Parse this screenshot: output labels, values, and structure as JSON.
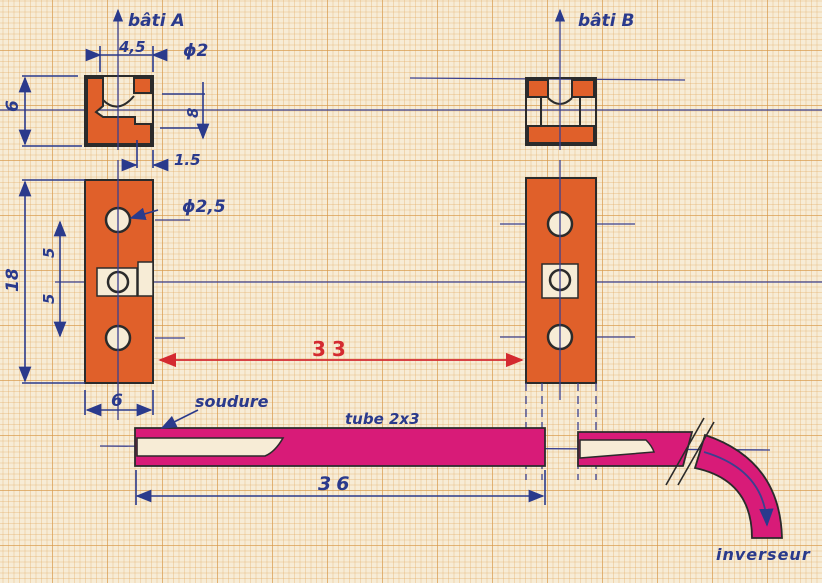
{
  "labels": {
    "frame_a": "bâti A",
    "frame_b": "bâti B",
    "weld": "soudure",
    "tube": "tube 2x3",
    "reverser": "inverseur"
  },
  "dimensions": {
    "top_width": "4,5",
    "pin_diameter": "ϕ2",
    "top_height": "6",
    "slot_depth": "8",
    "wall": "1.5",
    "hole_diameter": "ϕ2,5",
    "total_height": "18",
    "pitch_upper": "5",
    "pitch_lower": "5",
    "width": "6",
    "frame_spacing": "33",
    "tube_length": "36"
  },
  "colors": {
    "part": "#e0602a",
    "tube": "#d81b78",
    "ink": "#2a3a8c",
    "spacing": "#d42a30"
  }
}
